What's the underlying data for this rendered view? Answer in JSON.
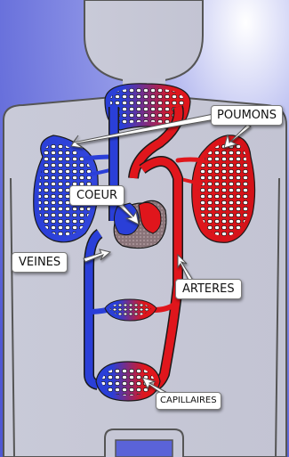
{
  "diagram": {
    "labels": {
      "lungs": "POUMONS",
      "heart": "COEUR",
      "veins": "VEINES",
      "arteries": "ARTERES",
      "capillaries": "CAPILLAIRES"
    },
    "colors": {
      "venous_blue": "#2a3fd8",
      "arterial_red": "#e0161c",
      "body_gray": "#c6c7d6",
      "body_outline": "#555555",
      "background_blue": "#5a63d8",
      "heart_brown": "#8a7479"
    }
  }
}
